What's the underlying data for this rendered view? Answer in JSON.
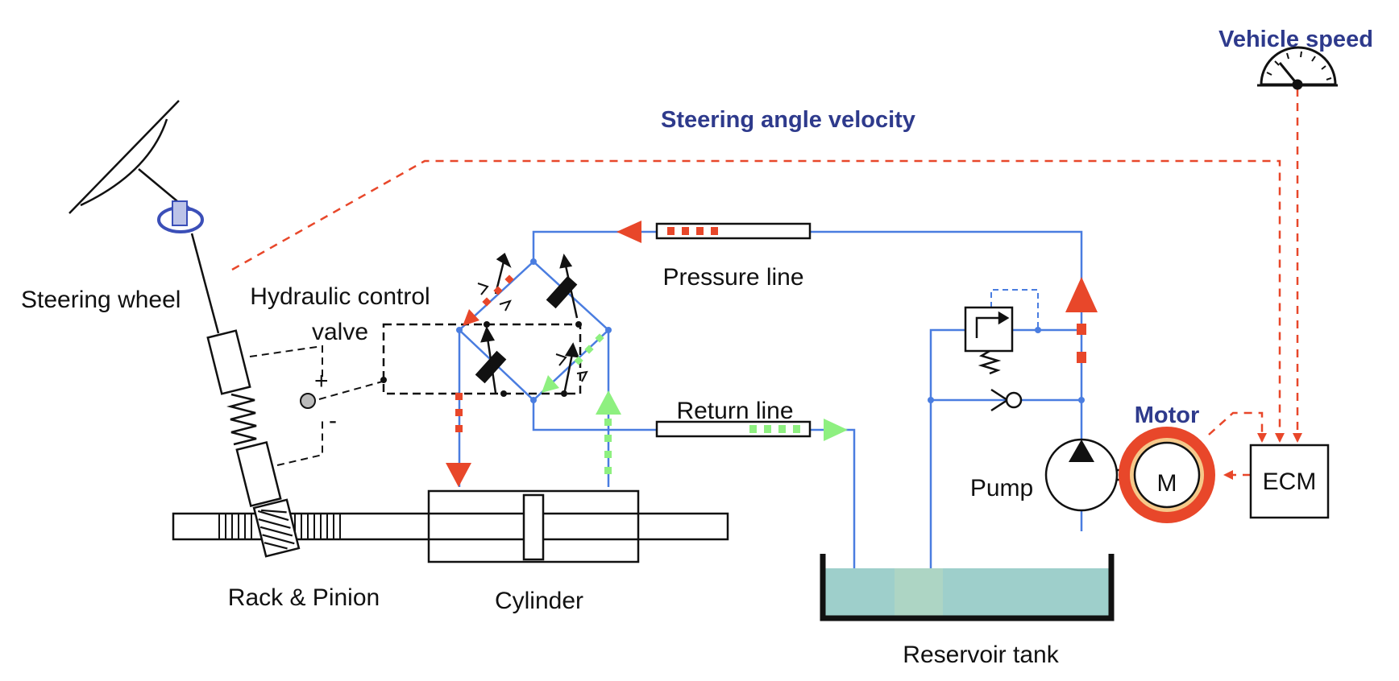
{
  "labels": {
    "vehicle_speed": "Vehicle speed",
    "steering_angle_velocity": "Steering angle velocity",
    "steering_wheel": "Steering wheel",
    "hydraulic_control_valve_line1": "Hydraulic control",
    "hydraulic_control_valve_line2": "valve",
    "pressure_line": "Pressure line",
    "return_line": "Return line",
    "motor": "Motor",
    "pump": "Pump",
    "motor_symbol": "M",
    "ecm": "ECM",
    "rack_pinion": "Rack & Pinion",
    "cylinder": "Cylinder",
    "reservoir_tank": "Reservoir tank",
    "plus": "+",
    "minus": "-"
  },
  "colors": {
    "hydraulic_line": "#4a7de0",
    "signal_line": "#e8472a",
    "pressure_flow": "#e8472a",
    "return_flow": "#8ef080",
    "label_blue": "#2e3a8c",
    "reservoir_fluid": "#9ecfcb",
    "motor_ring": "#e8472a",
    "motor_inner_ring": "#f6c98a"
  },
  "icons": {
    "steering_wheel": "steering-wheel-icon",
    "rotation_arrow": "rotation-arrow-icon",
    "speedometer": "speedometer-icon",
    "pump": "pump-icon",
    "motor": "motor-icon",
    "check_valve": "check-valve-icon",
    "relief_valve": "relief-valve-icon",
    "spring": "spring-icon"
  }
}
